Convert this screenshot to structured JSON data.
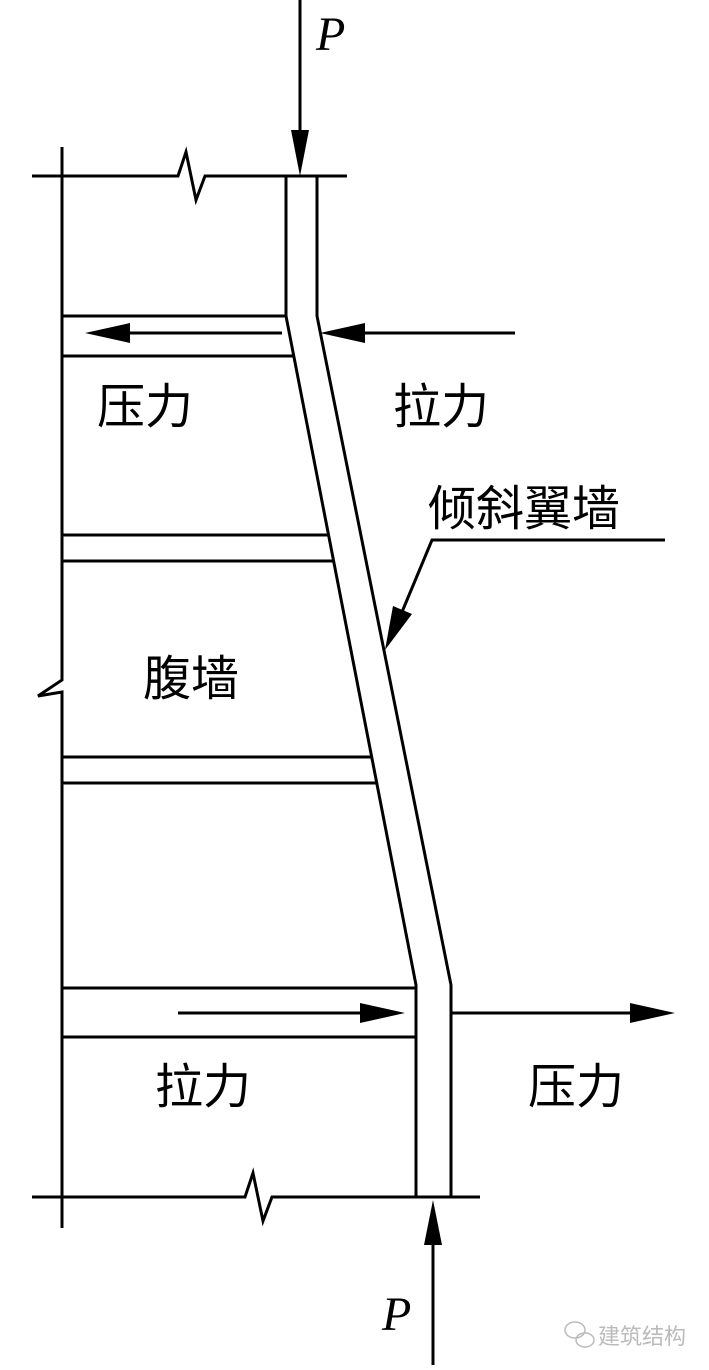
{
  "labels": {
    "load_top": "P",
    "load_bottom": "P",
    "top_left": "压力",
    "top_right": "拉力",
    "inclined_wing_wall": "倾斜翼墙",
    "web_wall": "腹墙",
    "bottom_left": "拉力",
    "bottom_right": "压力"
  },
  "watermark": {
    "text": "建筑结构",
    "icon": "wechat-icon"
  }
}
